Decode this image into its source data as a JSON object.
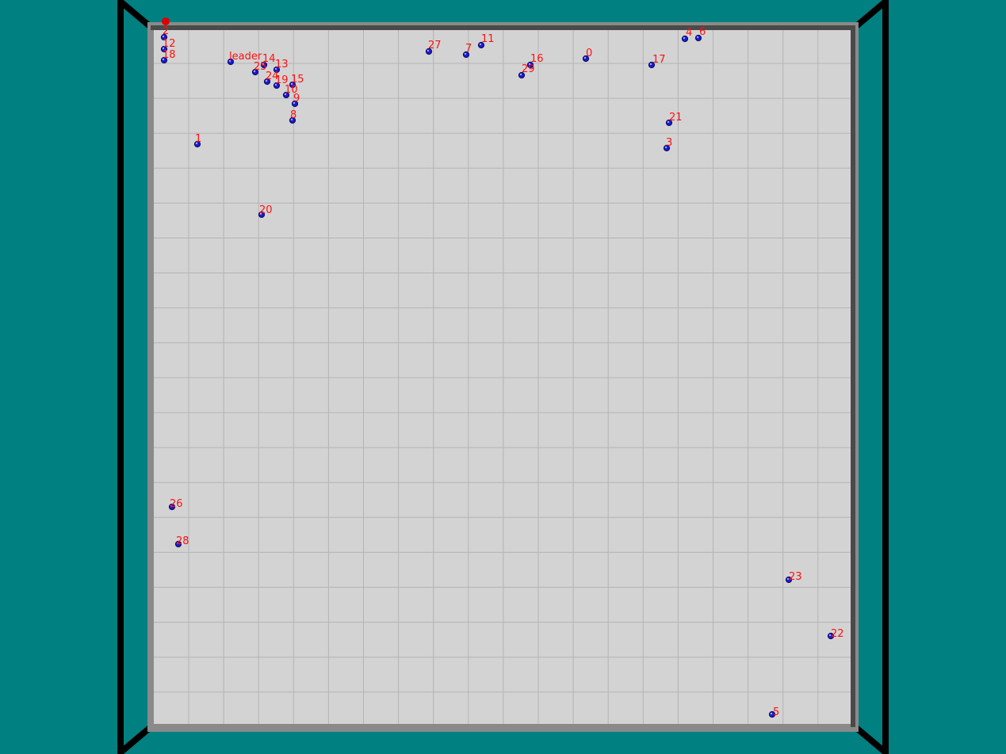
{
  "scene": {
    "background_color": "#008080",
    "floor_color": "#d3d3d3",
    "wall_color": "#8a8a8a",
    "grid_color": "#b4b4b4",
    "robot_color": "#1a1ad0",
    "label_color": "#ff1010",
    "target_marker_color": "#dd0000"
  },
  "robots": [
    {
      "label": "2"
    },
    {
      "label": "12"
    },
    {
      "label": "18"
    },
    {
      "label": "leader"
    },
    {
      "label": "14"
    },
    {
      "label": "13"
    },
    {
      "label": "25"
    },
    {
      "label": "24"
    },
    {
      "label": "19"
    },
    {
      "label": "15"
    },
    {
      "label": "10"
    },
    {
      "label": "9"
    },
    {
      "label": "8"
    },
    {
      "label": "1"
    },
    {
      "label": "20"
    },
    {
      "label": "27"
    },
    {
      "label": "7"
    },
    {
      "label": "11"
    },
    {
      "label": "16"
    },
    {
      "label": "29"
    },
    {
      "label": "0"
    },
    {
      "label": "4"
    },
    {
      "label": "6"
    },
    {
      "label": "17"
    },
    {
      "label": "21"
    },
    {
      "label": "3"
    },
    {
      "label": "26"
    },
    {
      "label": "28"
    },
    {
      "label": "23"
    },
    {
      "label": "22"
    },
    {
      "label": "5"
    }
  ]
}
